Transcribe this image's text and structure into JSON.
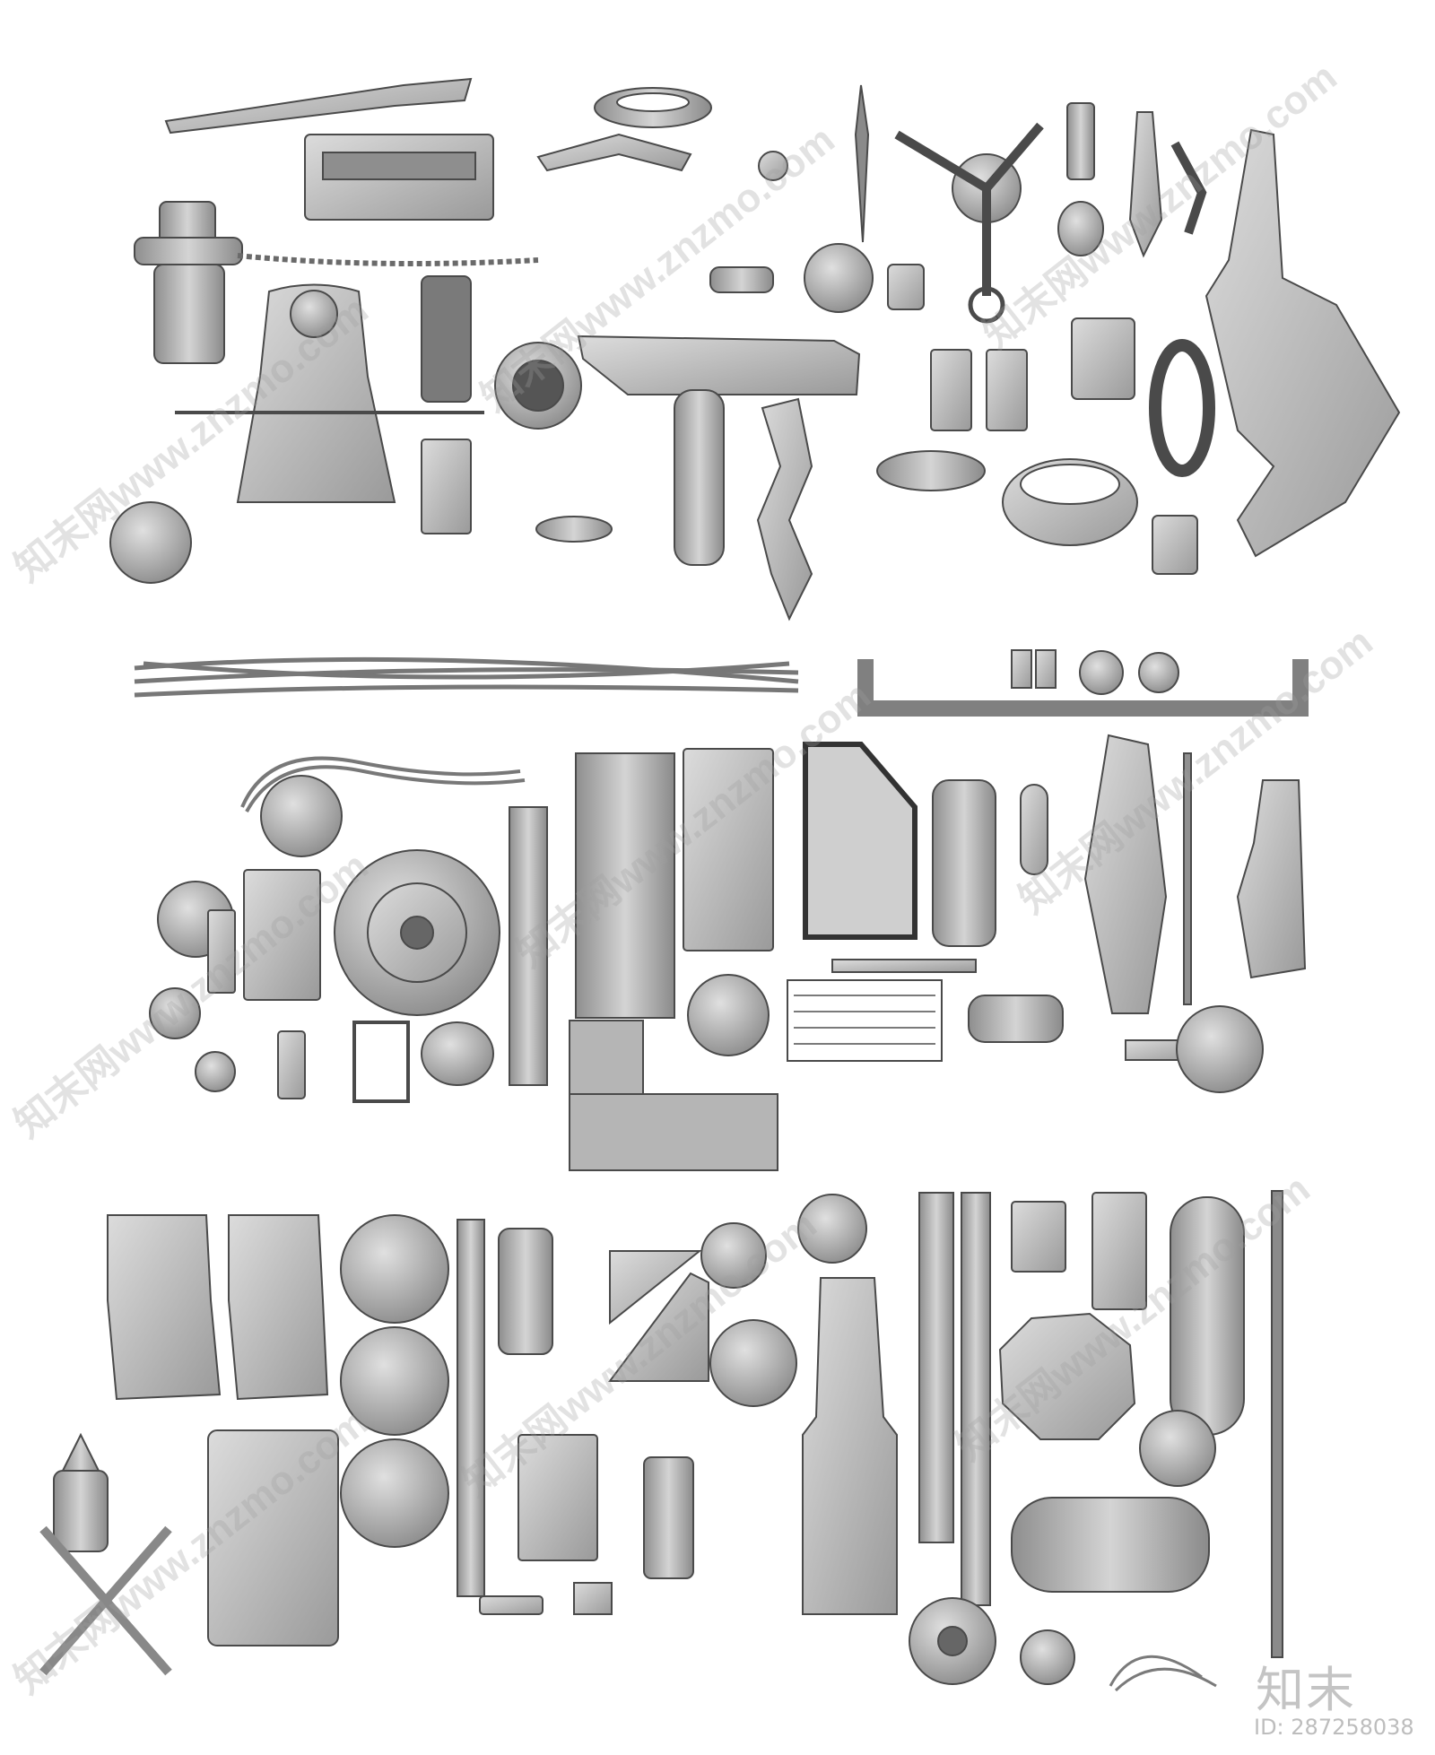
{
  "watermark": {
    "text": "知末网www.znzmo.com",
    "color": "#a0a0a0"
  },
  "logo": {
    "text": "知末"
  },
  "image_id": {
    "text": "ID: 287258038"
  },
  "colors": {
    "background": "#ffffff",
    "part_light": "#c9c9c9",
    "part_mid": "#a6a6a6",
    "part_dark": "#6e6e6e",
    "outline": "#4a4a4a"
  }
}
